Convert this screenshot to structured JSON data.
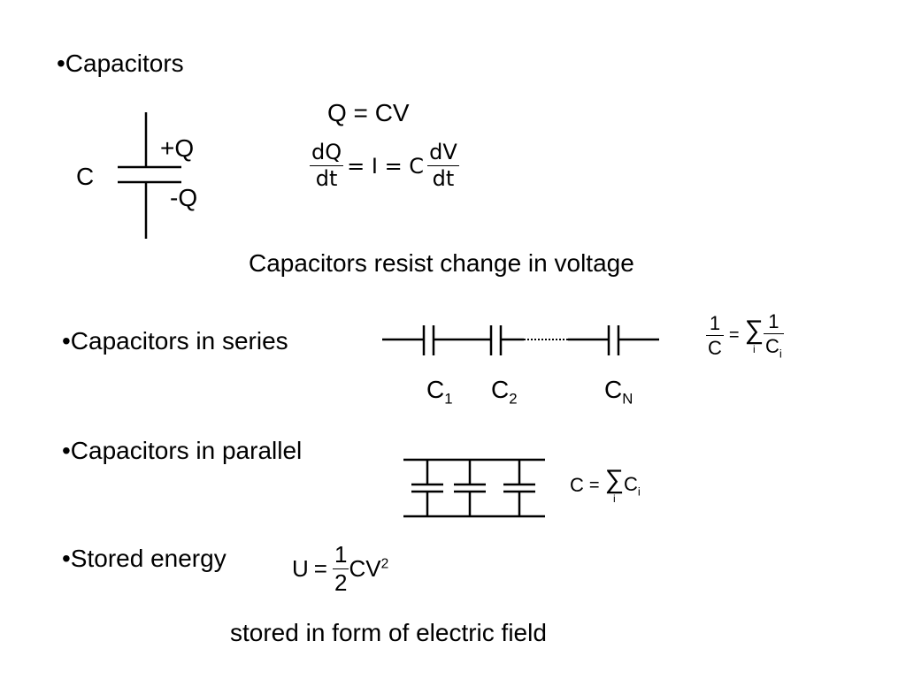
{
  "bullets": {
    "capacitors": "•Capacitors",
    "series": "•Capacitors in series",
    "parallel": "•Capacitors in parallel",
    "energy": "•Stored energy"
  },
  "symbol": {
    "plus_q": "+Q",
    "minus_q": "-Q",
    "c_label": "C"
  },
  "eq1": "Q = CV",
  "eq2": {
    "dq": "dQ",
    "dt1": "dt",
    "mid": "= I = C",
    "dv": "dV",
    "dt2": "dt"
  },
  "note_voltage": "Capacitors resist change in voltage",
  "series_labels": {
    "c1": "C",
    "c1_sub": "1",
    "c2": "C",
    "c2_sub": "2",
    "cn": "C",
    "cn_sub": "N"
  },
  "series_eq": {
    "one": "1",
    "c": "C",
    "eq": "=",
    "sum": "∑",
    "i": "i",
    "one2": "1",
    "ci": "C",
    "ci_sub": "i"
  },
  "parallel_eq": {
    "c": "C",
    "eq": "=",
    "sum": "∑",
    "i": "i",
    "ci": "C",
    "ci_sub": "i"
  },
  "energy_eq": {
    "u": "U",
    "eq": "=",
    "num": "1",
    "den": "2",
    "cv": "CV",
    "pow": "2"
  },
  "note_energy": "stored in form of electric field"
}
